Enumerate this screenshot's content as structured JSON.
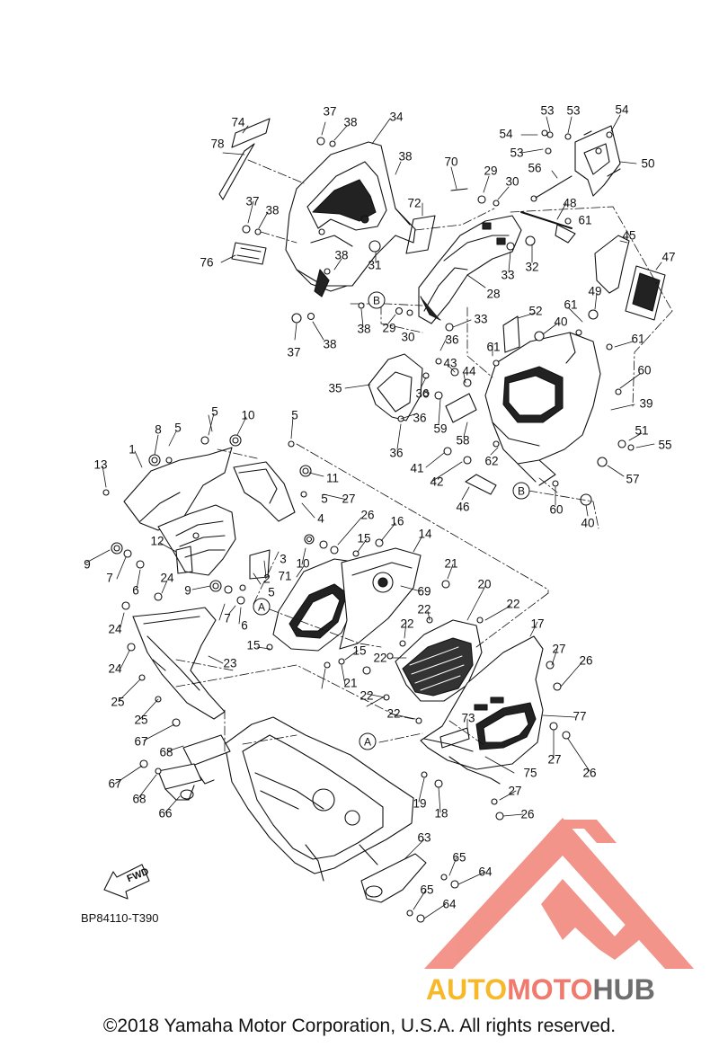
{
  "diagram": {
    "code": "BP84110-T390",
    "fwd_label": "FWD",
    "copyright": "©2018 Yamaha Motor Corporation, U.S.A. All rights reserved.",
    "watermark": {
      "part1": "AUTO",
      "part2": "MOTO",
      "part3": "HUB"
    },
    "colors": {
      "line": "#111111",
      "watermark_red": "#f07a6e",
      "watermark_yellow": "#f6b92a",
      "watermark_gray": "#6e6e6e"
    },
    "callouts": [
      "74",
      "78",
      "37",
      "38",
      "34",
      "38",
      "70",
      "29",
      "30",
      "53",
      "53",
      "54",
      "54",
      "53",
      "56",
      "50",
      "72",
      "48",
      "61",
      "37",
      "38",
      "76",
      "31",
      "45",
      "47",
      "38",
      "33",
      "32",
      "28",
      "49",
      "52",
      "40",
      "61",
      "37",
      "38",
      "38",
      "29",
      "30",
      "33",
      "36",
      "61",
      "61",
      "43",
      "44",
      "35",
      "36",
      "36",
      "60",
      "39",
      "59",
      "58",
      "36",
      "51",
      "55",
      "41",
      "62",
      "42",
      "57",
      "46",
      "60",
      "40",
      "8",
      "5",
      "5",
      "10",
      "5",
      "1",
      "13",
      "11",
      "27",
      "5",
      "4",
      "26",
      "16",
      "14",
      "12",
      "15",
      "3",
      "10",
      "2",
      "9",
      "7",
      "6",
      "9",
      "24",
      "5",
      "71",
      "69",
      "21",
      "20",
      "22",
      "7",
      "6",
      "24",
      "22",
      "22",
      "17",
      "24",
      "15",
      "15",
      "23",
      "21",
      "22",
      "27",
      "26",
      "22",
      "25",
      "22",
      "77",
      "25",
      "73",
      "67",
      "68",
      "27",
      "26",
      "75",
      "67",
      "68",
      "19",
      "18",
      "27",
      "66",
      "26",
      "63",
      "65",
      "64",
      "65",
      "64"
    ],
    "circled_labels": [
      "B",
      "B",
      "A",
      "A"
    ]
  }
}
